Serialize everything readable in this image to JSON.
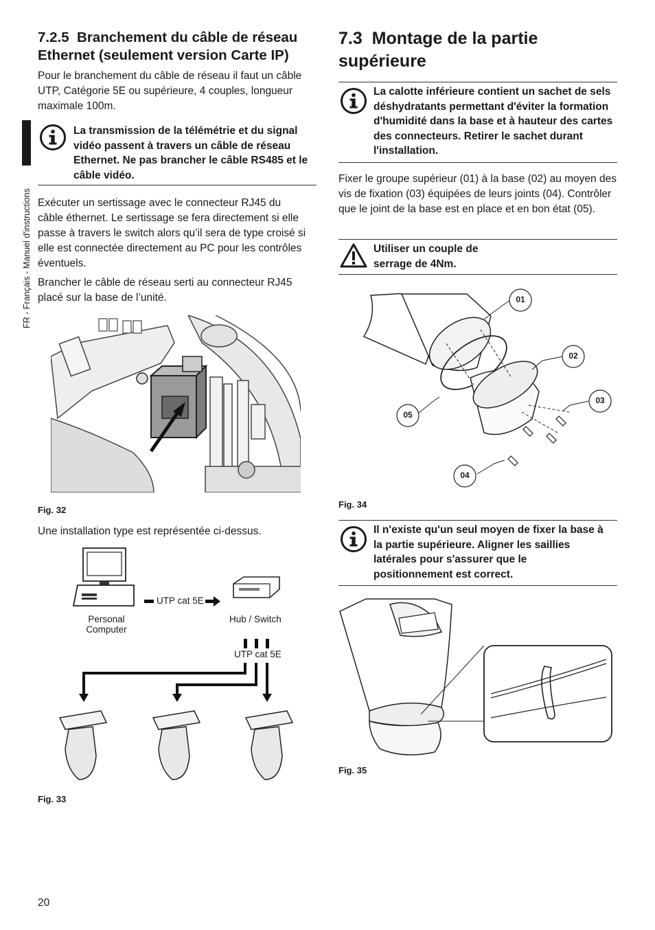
{
  "sidebar": {
    "text": "FR - Français - Manuel d'instructions"
  },
  "page_number": "20",
  "left": {
    "heading_num": "7.2.5",
    "heading_text": "Branchement du câble de réseau Ethernet (seulement version Carte IP)",
    "para1": "Pour le branchement du câble de réseau il faut un câble UTP, Catégorie 5E ou supérieure, 4 couples, longueur maximale 100m.",
    "note1": "La transmission de la télémétrie et du signal vidéo passent à travers un câble de réseau Ethernet. Ne pas brancher le câble RS485 et le câble vidéo.",
    "para2": "Exécuter un sertissage avec le connecteur RJ45 du câble éthernet. Le sertissage se fera directement si elle passe à travers le switch alors qu’il sera de type croisé si elle est connectée directement au PC pour les contrôles éventuels.",
    "para3": "Brancher le câble de réseau serti au connecteur RJ45 placé sur la base de l’unité.",
    "fig32": "Fig. 32",
    "para4": "Une installation type est représentée ci-dessus.",
    "fig33": "Fig. 33",
    "diagram": {
      "pc_label_1": "Personal",
      "pc_label_2": "Computer",
      "link_label": "UTP cat 5E",
      "hub_label": "Hub / Switch",
      "down_label": "UTP cat 5E"
    }
  },
  "right": {
    "heading_num": "7.3",
    "heading_text": "Montage de la partie supérieure",
    "note1": "La calotte inférieure contient un sachet de sels déshydratants permettant d'éviter la formation d'humidité dans la base et à hauteur des cartes des connecteurs. Retirer le sachet durant l'installation.",
    "para1": "Fixer le groupe supérieur (01) à la base (02) au moyen des vis de fixation (03) équipées de leurs joints (04). Contrôler que le joint de la base est en place et en bon état (05).",
    "warning": "Utiliser un couple de serrage de 4Nm.",
    "fig34": "Fig. 34",
    "callouts": [
      "01",
      "02",
      "03",
      "05",
      "04"
    ],
    "note2": "Il n'existe qu'un seul moyen de fixer la base à la partie supérieure. Aligner les saillies latérales pour s'assurer que le positionnement est correct.",
    "fig35": "Fig. 35"
  }
}
